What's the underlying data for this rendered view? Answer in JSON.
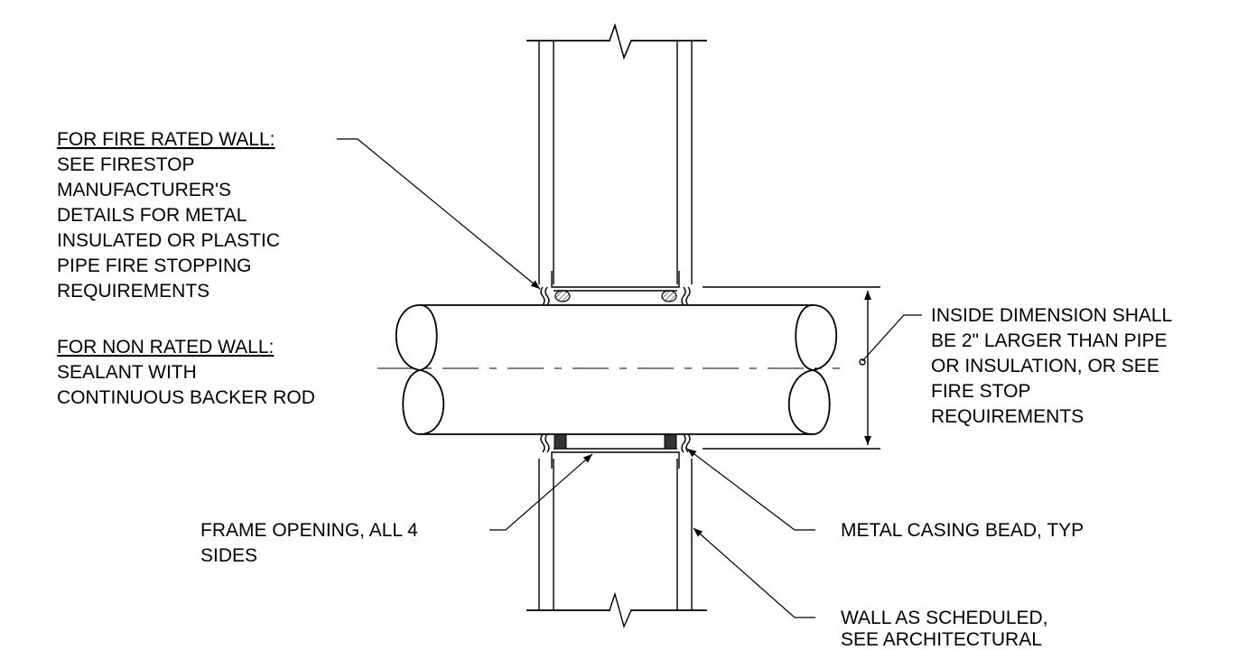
{
  "notes": {
    "fire_rated_heading": "FOR FIRE RATED WALL:",
    "fire_rated_lines": [
      "SEE FIRESTOP",
      "MANUFACTURER'S",
      "DETAILS FOR METAL",
      "INSULATED OR PLASTIC",
      "PIPE FIRE STOPPING",
      "REQUIREMENTS"
    ],
    "non_rated_heading": "FOR NON RATED WALL:",
    "non_rated_lines": [
      "SEALANT WITH",
      "CONTINUOUS BACKER ROD"
    ],
    "inside_dimension_lines": [
      "INSIDE DIMENSION SHALL",
      "BE 2\" LARGER THAN PIPE",
      "OR INSULATION, OR SEE",
      "FIRE STOP",
      "REQUIREMENTS"
    ],
    "frame_opening_lines": [
      "FRAME OPENING, ALL 4",
      "SIDES"
    ],
    "casing_bead_line": "METAL CASING BEAD, TYP",
    "wall_lines": [
      "WALL AS SCHEDULED,",
      "SEE ARCHITECTURAL"
    ]
  }
}
